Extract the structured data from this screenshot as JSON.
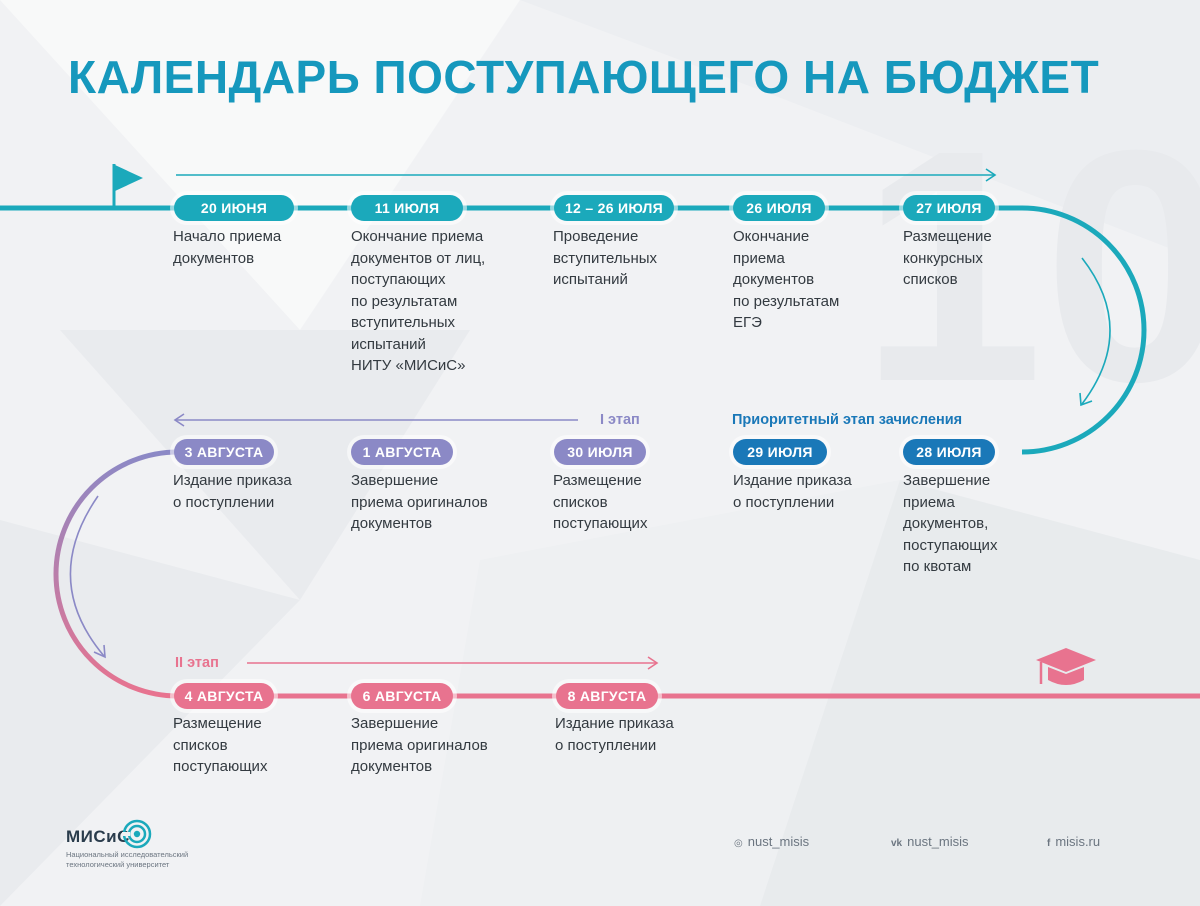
{
  "title": "КАЛЕНДАРЬ ПОСТУПАЮЩЕГО НА БЮДЖЕТ",
  "colors": {
    "title": "#1698bd",
    "row1": "#1ba9bb",
    "priority": "#1a78b8",
    "stage1": "#8b89c6",
    "stage2": "#e8738f"
  },
  "stages": {
    "stage1": "I этап",
    "priority": "Приоритетный этап зачисления",
    "stage2": "II этап"
  },
  "row1": [
    {
      "date": "20 ИЮНЯ",
      "text": "Начало приема\nдокументов"
    },
    {
      "date": "11 ИЮЛЯ",
      "text": "Окончание приема\nдокументов от лиц,\nпоступающих\nпо результатам\nвступительных\nиспытаний\nНИТУ «МИСиС»"
    },
    {
      "date": "12 – 26 ИЮЛЯ",
      "text": "Проведение\nвступительных\nиспытаний"
    },
    {
      "date": "26 ИЮЛЯ",
      "text": "Окончание\nприема\nдокументов\nпо результатам\nЕГЭ"
    },
    {
      "date": "27 ИЮЛЯ",
      "text": "Размещение\nконкурсных\nсписков"
    }
  ],
  "row2": [
    {
      "date": "3 АВГУСТА",
      "text": "Издание приказа\nо поступлении"
    },
    {
      "date": "1 АВГУСТА",
      "text": "Завершение\nприема оригиналов\nдокументов"
    },
    {
      "date": "30 ИЮЛЯ",
      "text": "Размещение\nсписков\nпоступающих"
    },
    {
      "date": "29 ИЮЛЯ",
      "text": "Издание приказа\nо поступлении"
    },
    {
      "date": "28 ИЮЛЯ",
      "text": "Завершение\nприема\nдокументов,\nпоступающих\nпо квотам"
    }
  ],
  "row3": [
    {
      "date": "4 АВГУСТА",
      "text": "Размещение\nсписков\nпоступающих"
    },
    {
      "date": "6 АВГУСТА",
      "text": "Завершение\nприема оригиналов\nдокументов"
    },
    {
      "date": "8 АВГУСТА",
      "text": "Издание приказа\nо поступлении"
    }
  ],
  "logo": {
    "name": "МИСиС",
    "subtitle": "Национальный исследовательский технологический университет"
  },
  "social": [
    {
      "icon": "instagram-icon",
      "glyph": "◎",
      "label": "nust_misis"
    },
    {
      "icon": "vk-icon",
      "glyph": "vk",
      "label": "nust_misis"
    },
    {
      "icon": "facebook-icon",
      "glyph": "f",
      "label": "misis.ru"
    }
  ]
}
